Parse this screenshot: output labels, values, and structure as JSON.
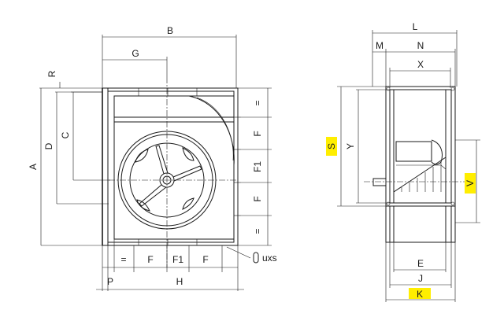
{
  "highlight_color": "#ffee00",
  "line_color": "#1a1a1a",
  "front_view": {
    "labels": {
      "B": "B",
      "G": "G",
      "R": "R",
      "A": "A",
      "D": "D",
      "C": "C",
      "eq_top": "=",
      "F_right_upper": "F",
      "F1_right": "F1",
      "F_right_lower": "F",
      "eq_bottom_right": "=",
      "eq_bottom": "=",
      "F_bottom_left": "F",
      "F1_bottom": "F1",
      "F_bottom_right": "F",
      "uxs": "uxs",
      "P": "P",
      "H": "H"
    }
  },
  "side_view": {
    "labels": {
      "L": "L",
      "M": "M",
      "N": "N",
      "X": "X",
      "S": "S",
      "Y": "Y",
      "V": "V",
      "E": "E",
      "J": "J",
      "K": "K"
    }
  }
}
